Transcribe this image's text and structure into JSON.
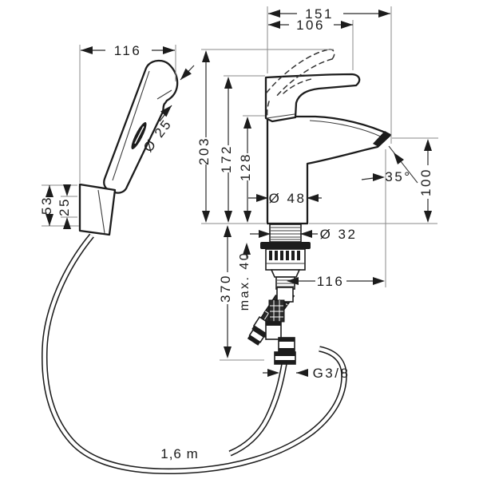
{
  "drawing": {
    "background": "#ffffff",
    "line_color": "#1c1c1c",
    "labels": {
      "total_width": "151",
      "spout_reach": "106",
      "handshower_width": "116",
      "handshower_head_diameter": "Ø 25",
      "bracket_height": "53",
      "bracket_upper_offset": "25",
      "height_overall": "203",
      "height_handle": "172",
      "height_spout": "128",
      "base_diameter": "Ø 48",
      "shank_diameter": "Ø 32",
      "max_counter_thickness": "max. 40",
      "below_counter_length": "370",
      "lower_reach": "116",
      "outlet_height": "100",
      "spray_angle": "35°",
      "thread_size": "G3/8",
      "hose_length": "1,6 m"
    }
  }
}
